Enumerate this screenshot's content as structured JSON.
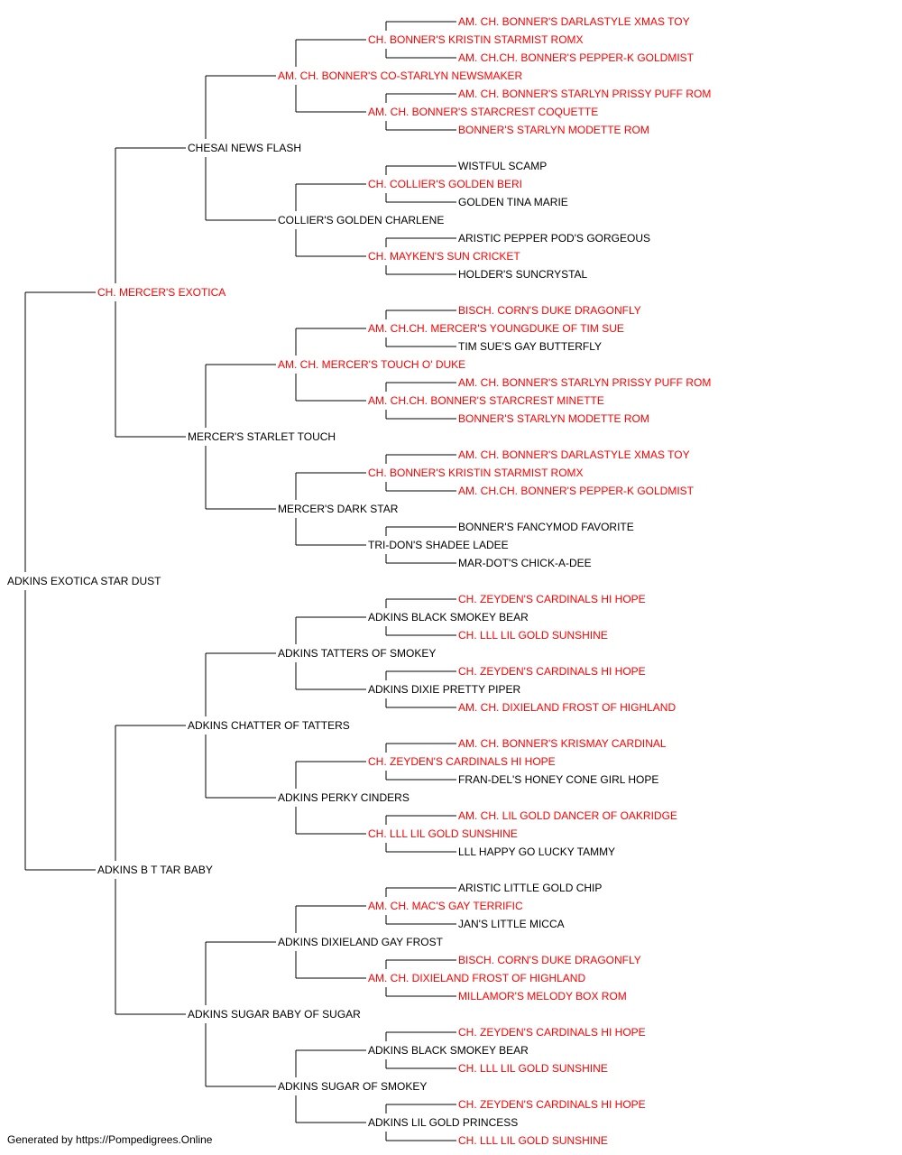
{
  "colors": {
    "champion": "#ff0000",
    "normal": "#000000",
    "line": "#000000"
  },
  "pedigree": {
    "name": "ADKINS EXOTICA STAR DUST",
    "champion": false,
    "sire": {
      "name": "CH. MERCER'S EXOTICA",
      "champion": true,
      "sire": {
        "name": "CHESAI NEWS FLASH",
        "champion": false,
        "sire": {
          "name": "AM. CH. BONNER'S CO-STARLYN NEWSMAKER",
          "champion": true,
          "sire": {
            "name": "CH. BONNER'S KRISTIN STARMIST ROMX",
            "champion": true,
            "sire": {
              "name": "AM. CH. BONNER'S DARLASTYLE XMAS TOY",
              "champion": true
            },
            "dam": {
              "name": "AM. CH.CH. BONNER'S PEPPER-K GOLDMIST",
              "champion": true
            }
          },
          "dam": {
            "name": "AM. CH. BONNER'S STARCREST COQUETTE",
            "champion": true,
            "sire": {
              "name": "AM. CH. BONNER'S STARLYN PRISSY PUFF ROM",
              "champion": true
            },
            "dam": {
              "name": "BONNER'S STARLYN MODETTE ROM",
              "champion": true
            }
          }
        },
        "dam": {
          "name": "COLLIER'S GOLDEN CHARLENE",
          "champion": false,
          "sire": {
            "name": "CH. COLLIER'S GOLDEN BERI",
            "champion": true,
            "sire": {
              "name": "WISTFUL SCAMP",
              "champion": false
            },
            "dam": {
              "name": "GOLDEN TINA MARIE",
              "champion": false
            }
          },
          "dam": {
            "name": "CH. MAYKEN'S SUN CRICKET",
            "champion": true,
            "sire": {
              "name": "ARISTIC PEPPER POD'S GORGEOUS",
              "champion": false
            },
            "dam": {
              "name": "HOLDER'S SUNCRYSTAL",
              "champion": false
            }
          }
        }
      },
      "dam": {
        "name": "MERCER'S STARLET TOUCH",
        "champion": false,
        "sire": {
          "name": "AM. CH. MERCER'S TOUCH O' DUKE",
          "champion": true,
          "sire": {
            "name": "AM. CH.CH. MERCER'S YOUNGDUKE OF TIM SUE",
            "champion": true,
            "sire": {
              "name": "BISCH. CORN'S DUKE DRAGONFLY",
              "champion": true
            },
            "dam": {
              "name": "TIM SUE'S GAY BUTTERFLY",
              "champion": false
            }
          },
          "dam": {
            "name": "AM. CH.CH. BONNER'S STARCREST MINETTE",
            "champion": true,
            "sire": {
              "name": "AM. CH. BONNER'S STARLYN PRISSY PUFF ROM",
              "champion": true
            },
            "dam": {
              "name": "BONNER'S STARLYN MODETTE ROM",
              "champion": true
            }
          }
        },
        "dam": {
          "name": "MERCER'S DARK STAR",
          "champion": false,
          "sire": {
            "name": "CH. BONNER'S KRISTIN STARMIST ROMX",
            "champion": true,
            "sire": {
              "name": "AM. CH. BONNER'S DARLASTYLE XMAS TOY",
              "champion": true
            },
            "dam": {
              "name": "AM. CH.CH. BONNER'S PEPPER-K GOLDMIST",
              "champion": true
            }
          },
          "dam": {
            "name": "TRI-DON'S SHADEE LADEE",
            "champion": false,
            "sire": {
              "name": "BONNER'S FANCYMOD FAVORITE",
              "champion": false
            },
            "dam": {
              "name": "MAR-DOT'S CHICK-A-DEE",
              "champion": false
            }
          }
        }
      }
    },
    "dam": {
      "name": "ADKINS B T TAR BABY",
      "champion": false,
      "sire": {
        "name": "ADKINS CHATTER OF TATTERS",
        "champion": false,
        "sire": {
          "name": "ADKINS TATTERS OF SMOKEY",
          "champion": false,
          "sire": {
            "name": "ADKINS BLACK SMOKEY BEAR",
            "champion": false,
            "sire": {
              "name": "CH. ZEYDEN'S CARDINALS HI HOPE",
              "champion": true
            },
            "dam": {
              "name": "CH. LLL LIL GOLD SUNSHINE",
              "champion": true
            }
          },
          "dam": {
            "name": "ADKINS DIXIE PRETTY PIPER",
            "champion": false,
            "sire": {
              "name": "CH. ZEYDEN'S CARDINALS HI HOPE",
              "champion": true
            },
            "dam": {
              "name": "AM. CH. DIXIELAND FROST OF HIGHLAND",
              "champion": true
            }
          }
        },
        "dam": {
          "name": "ADKINS PERKY CINDERS",
          "champion": false,
          "sire": {
            "name": "CH. ZEYDEN'S CARDINALS HI HOPE",
            "champion": true,
            "sire": {
              "name": "AM. CH. BONNER'S KRISMAY CARDINAL",
              "champion": true
            },
            "dam": {
              "name": "FRAN-DEL'S HONEY CONE GIRL HOPE",
              "champion": false
            }
          },
          "dam": {
            "name": "CH. LLL LIL GOLD SUNSHINE",
            "champion": true,
            "sire": {
              "name": "AM. CH. LIL GOLD DANCER OF OAKRIDGE",
              "champion": true
            },
            "dam": {
              "name": "LLL HAPPY GO LUCKY TAMMY",
              "champion": false
            }
          }
        }
      },
      "dam": {
        "name": "ADKINS SUGAR BABY OF SUGAR",
        "champion": false,
        "sire": {
          "name": "ADKINS DIXIELAND GAY FROST",
          "champion": false,
          "sire": {
            "name": "AM. CH. MAC'S GAY TERRIFIC",
            "champion": true,
            "sire": {
              "name": "ARISTIC LITTLE GOLD CHIP",
              "champion": false
            },
            "dam": {
              "name": "JAN'S LITTLE MICCA",
              "champion": false
            }
          },
          "dam": {
            "name": "AM. CH. DIXIELAND FROST OF HIGHLAND",
            "champion": true,
            "sire": {
              "name": "BISCH. CORN'S DUKE DRAGONFLY",
              "champion": true
            },
            "dam": {
              "name": "MILLAMOR'S MELODY BOX ROM",
              "champion": true
            }
          }
        },
        "dam": {
          "name": "ADKINS SUGAR OF SMOKEY",
          "champion": false,
          "sire": {
            "name": "ADKINS BLACK SMOKEY BEAR",
            "champion": false,
            "sire": {
              "name": "CH. ZEYDEN'S CARDINALS HI HOPE",
              "champion": true
            },
            "dam": {
              "name": "CH. LLL LIL GOLD SUNSHINE",
              "champion": true
            }
          },
          "dam": {
            "name": "ADKINS LIL GOLD PRINCESS",
            "champion": false,
            "sire": {
              "name": "CH. ZEYDEN'S CARDINALS HI HOPE",
              "champion": true
            },
            "dam": {
              "name": "CH. LLL LIL GOLD SUNSHINE",
              "champion": true
            }
          }
        }
      }
    }
  },
  "footer": {
    "text": "Generated by https://Pompedigrees.Online"
  }
}
